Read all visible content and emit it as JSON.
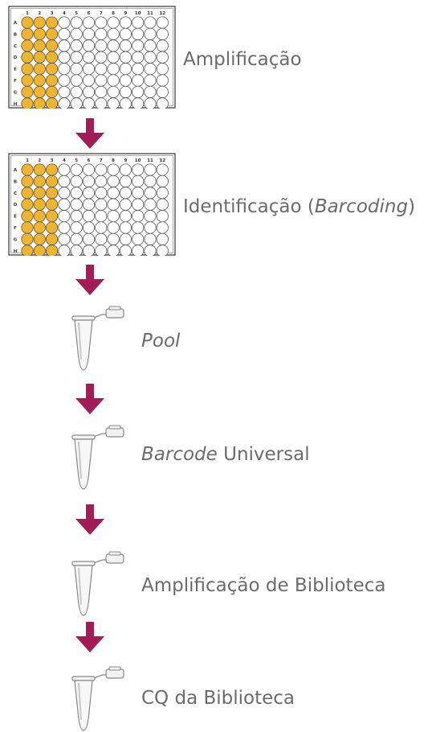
{
  "colors": {
    "arrow": "#a31c56",
    "well_filled": "#f0b52e",
    "label": "#6b6b6b"
  },
  "plate": {
    "col_labels": [
      "1",
      "2",
      "3",
      "4",
      "5",
      "6",
      "7",
      "8",
      "9",
      "10",
      "11",
      "12"
    ],
    "row_labels": [
      "A",
      "B",
      "C",
      "D",
      "E",
      "F",
      "G",
      "H"
    ],
    "filled_columns": 3
  },
  "steps": [
    {
      "label": "Amplificação"
    },
    {
      "label_prefix": "Identificação (",
      "label_italic": "Barcoding",
      "label_suffix": ")"
    },
    {
      "label_italic": "Pool"
    },
    {
      "label_italic": "Barcode",
      "label_suffix": " Universal"
    },
    {
      "label": "Amplificação de Biblioteca"
    },
    {
      "label": "CQ da Biblioteca"
    }
  ],
  "icons": [
    "plate-96-well-icon",
    "arrow-down-icon",
    "tube-icon"
  ]
}
